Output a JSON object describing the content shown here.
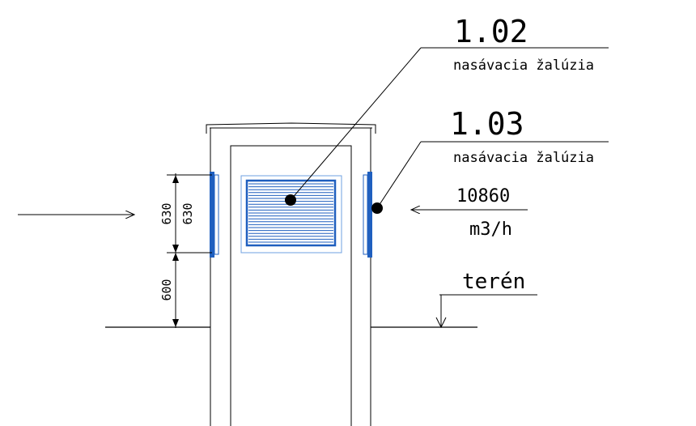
{
  "labels": {
    "tag1": {
      "number": "1.02",
      "text": "nasávacia žalúzia"
    },
    "tag2": {
      "number": "1.03",
      "text": "nasávacia žalúzia"
    },
    "airflow": {
      "value": "10860",
      "unit": "m3/h"
    },
    "ground": "terén"
  },
  "dimensions": {
    "outer_630": "630",
    "inner_630": "630",
    "height_600": "600"
  },
  "colors": {
    "line": "#000000",
    "louver_blue": "#1f5fbf",
    "louver_light": "#6fa0e0"
  }
}
